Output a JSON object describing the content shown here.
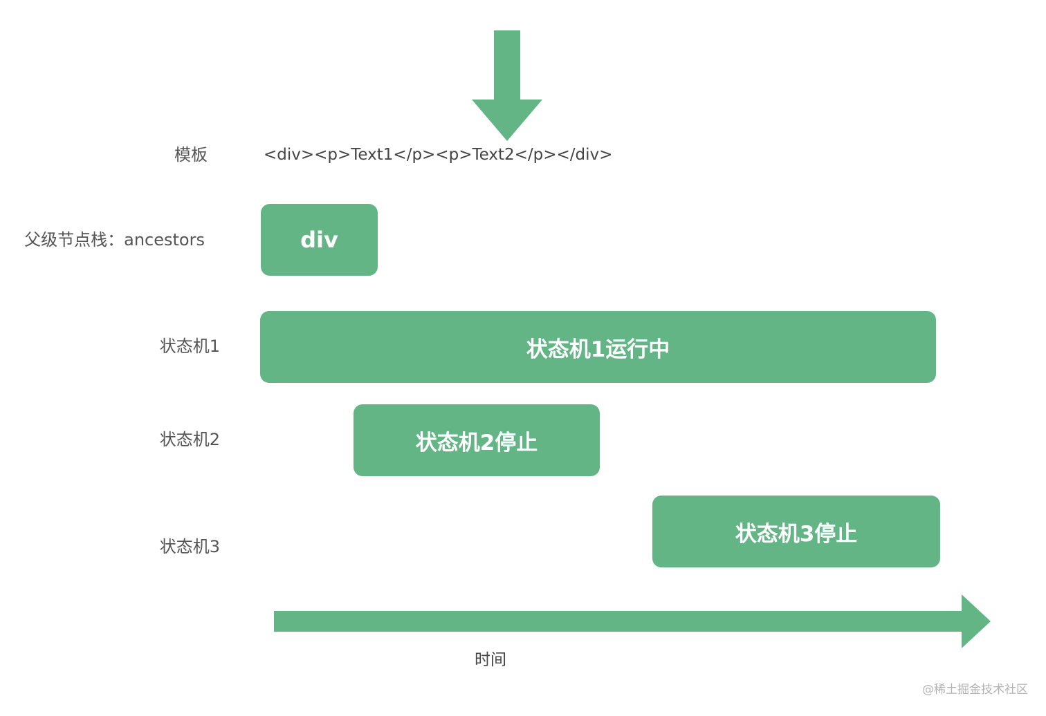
{
  "colors": {
    "accent_green": "#64b586",
    "label_text": "#555555",
    "box_text": "#ffffff"
  },
  "diagram": {
    "template_row": {
      "label": "模板",
      "content": "<div><p>Text1</p><p>Text2</p></div>"
    },
    "ancestors_row": {
      "label": "父级节点栈：ancestors",
      "box": "div"
    },
    "state_machines": [
      {
        "label": "状态机1",
        "box": "状态机1运行中"
      },
      {
        "label": "状态机2",
        "box": "状态机2停止"
      },
      {
        "label": "状态机3",
        "box": "状态机3停止"
      }
    ],
    "time_axis_label": "时间",
    "watermark": "@稀土掘金技术社区"
  },
  "icons": {
    "input_arrow": "down-arrow-icon",
    "time_arrow": "right-arrow-icon"
  }
}
